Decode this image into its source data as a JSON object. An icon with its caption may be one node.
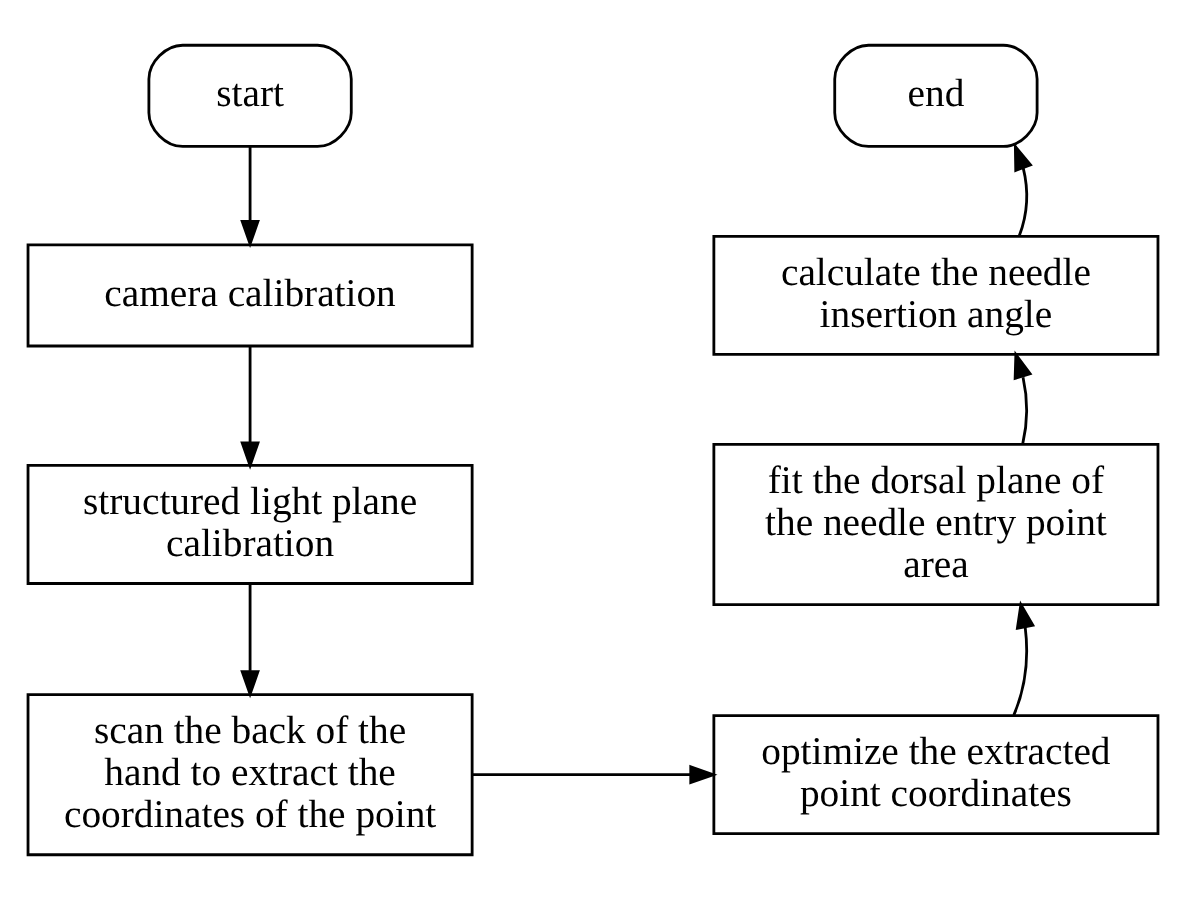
{
  "diagram": {
    "nodes": [
      {
        "text": [
          "start"
        ]
      },
      {
        "text": [
          "camera calibration"
        ]
      },
      {
        "text": [
          "structured light plane calibration"
        ]
      },
      {
        "text": [
          "scan the back of the hand to extract the coordinates of the point"
        ]
      },
      {
        "text": [
          "optimize the extracted point coordinates"
        ]
      },
      {
        "text": [
          "fit the dorsal plane of the needle entry point area"
        ]
      },
      {
        "text": [
          "calculate the needle insertion angle"
        ]
      },
      {
        "text": [
          "end"
        ]
      }
    ],
    "edges": [
      {
        "from": 0,
        "to": 1,
        "arrow": "to"
      },
      {
        "from": 1,
        "to": 2,
        "arrow": "to"
      },
      {
        "from": 2,
        "to": 3,
        "arrow": "to"
      },
      {
        "from": 3,
        "to": 4,
        "arrow": "to"
      },
      {
        "from": 4,
        "to": 5,
        "arrow": "to"
      },
      {
        "from": 5,
        "to": 6,
        "arrow": "to"
      },
      {
        "from": 6,
        "to": 7,
        "arrow": "to"
      }
    ]
  }
}
